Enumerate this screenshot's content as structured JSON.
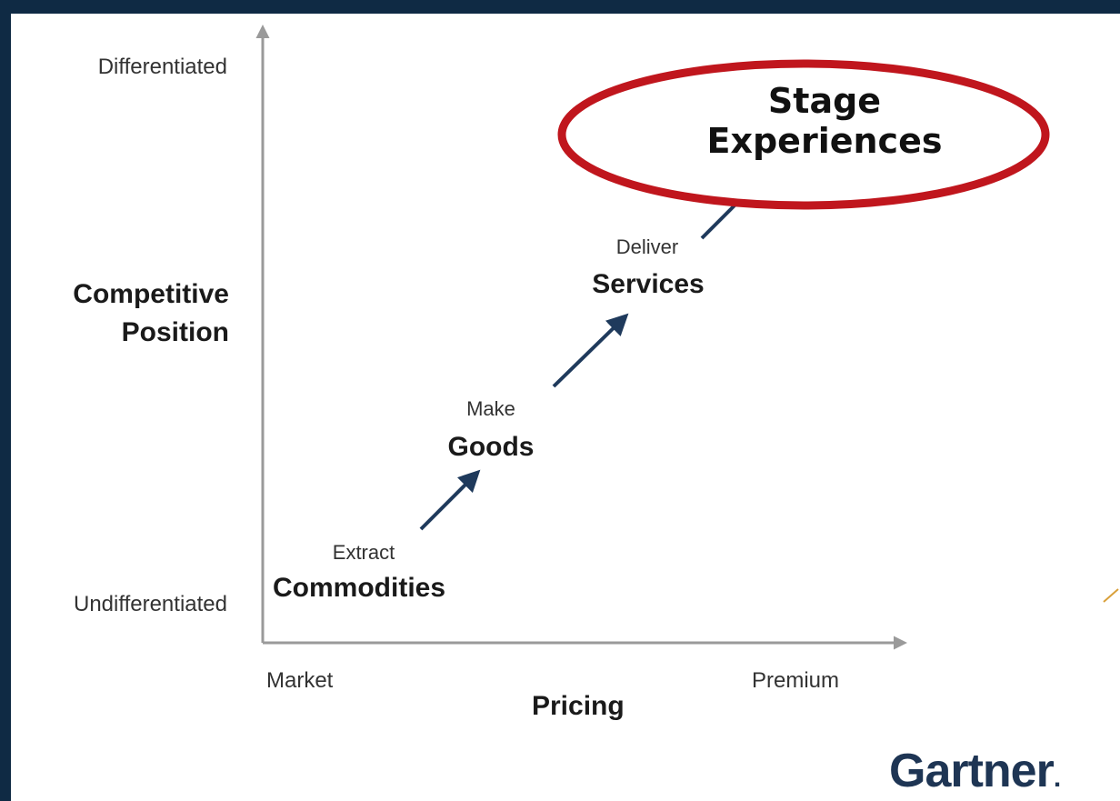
{
  "diagram": {
    "y_axis": {
      "top_label": "Differentiated",
      "bottom_label": "Undifferentiated",
      "title_line1": "Competitive",
      "title_line2": "Position"
    },
    "x_axis": {
      "left_label": "Market",
      "right_label": "Premium",
      "title": "Pricing"
    },
    "stages": [
      {
        "verb": "Extract",
        "noun": "Commodities"
      },
      {
        "verb": "Make",
        "noun": "Goods"
      },
      {
        "verb": "Deliver",
        "noun": "Services"
      }
    ],
    "highlight": {
      "line1": "Stage",
      "line2": "Experiences",
      "ring_color": "#c0161d"
    },
    "arrow_color": "#1f3a5c",
    "logo": {
      "text": "Gartner",
      "dot": "."
    }
  },
  "colors": {
    "background": "#0f2a44",
    "axis": "#9a9a9a",
    "accent_line": "#d9a03a"
  }
}
